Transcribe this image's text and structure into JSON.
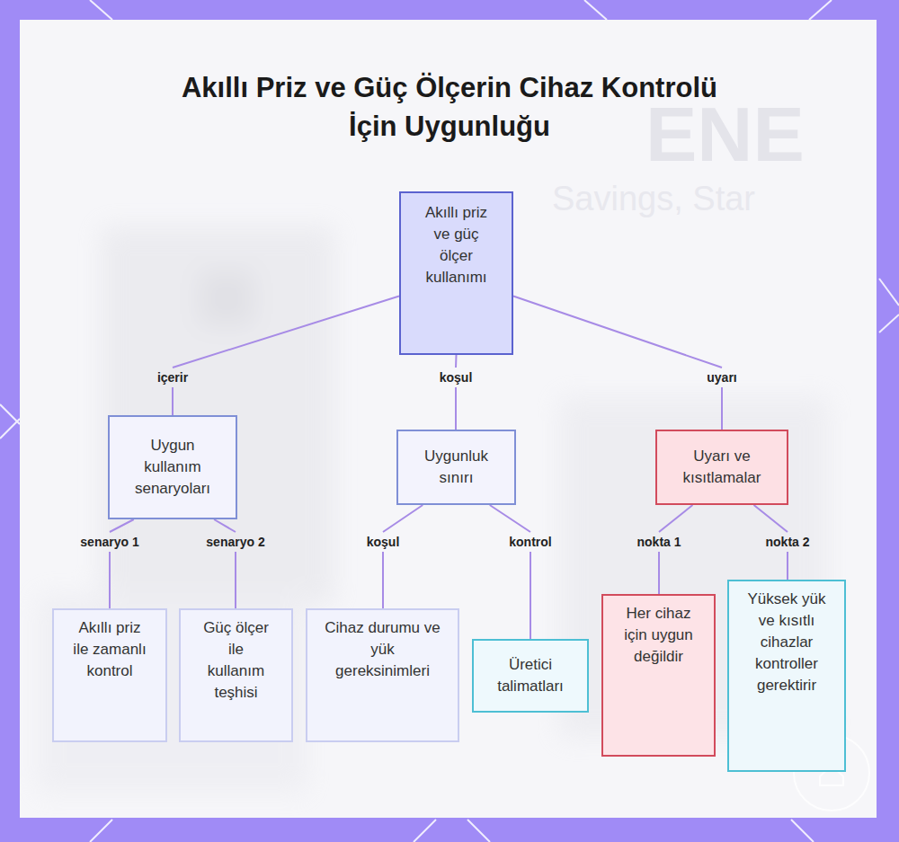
{
  "diagram": {
    "title": "Akıllı Priz ve Güç Ölçerin Cihaz Kontrolü İçin Uygunluğu",
    "nodes": [
      {
        "text": [
          "Akıllı priz ve güç ölçer kullanımı"
        ]
      },
      {
        "text": [
          "Uygun kullanım senaryoları"
        ]
      },
      {
        "text": [
          "Uygunluk sınırı"
        ]
      },
      {
        "text": [
          "Uyarı ve kısıtlamalar"
        ]
      },
      {
        "text": [
          "Akıllı priz ile zamanlı kontrol"
        ]
      },
      {
        "text": [
          "Güç ölçer ile kullanım teşhisi"
        ]
      },
      {
        "text": [
          "Cihaz durumu ve yük gereksinimleri"
        ]
      },
      {
        "text": [
          "Üretici talimatları"
        ]
      },
      {
        "text": [
          "Her cihaz için uygun değildir"
        ]
      },
      {
        "text": [
          "Yüksek yük ve kısıtlı cihazlar kontroller gerektirir"
        ]
      }
    ],
    "edges": [
      {
        "from": 0,
        "to": 1,
        "label": "içerir",
        "arrow": "none"
      },
      {
        "from": 0,
        "to": 2,
        "label": "koşul",
        "arrow": "none"
      },
      {
        "from": 0,
        "to": 3,
        "label": "uyarı",
        "arrow": "none"
      },
      {
        "from": 1,
        "to": 4,
        "label": "senaryo 1",
        "arrow": "none"
      },
      {
        "from": 1,
        "to": 5,
        "label": "senaryo 2",
        "arrow": "none"
      },
      {
        "from": 2,
        "to": 6,
        "label": "koşul",
        "arrow": "none"
      },
      {
        "from": 2,
        "to": 7,
        "label": "kontrol",
        "arrow": "none"
      },
      {
        "from": 3,
        "to": 8,
        "label": "nokta 1",
        "arrow": "none"
      },
      {
        "from": 3,
        "to": 9,
        "label": "nokta 2",
        "arrow": "none"
      }
    ],
    "labels": [
      "ENE",
      "Savings, Star"
    ]
  }
}
